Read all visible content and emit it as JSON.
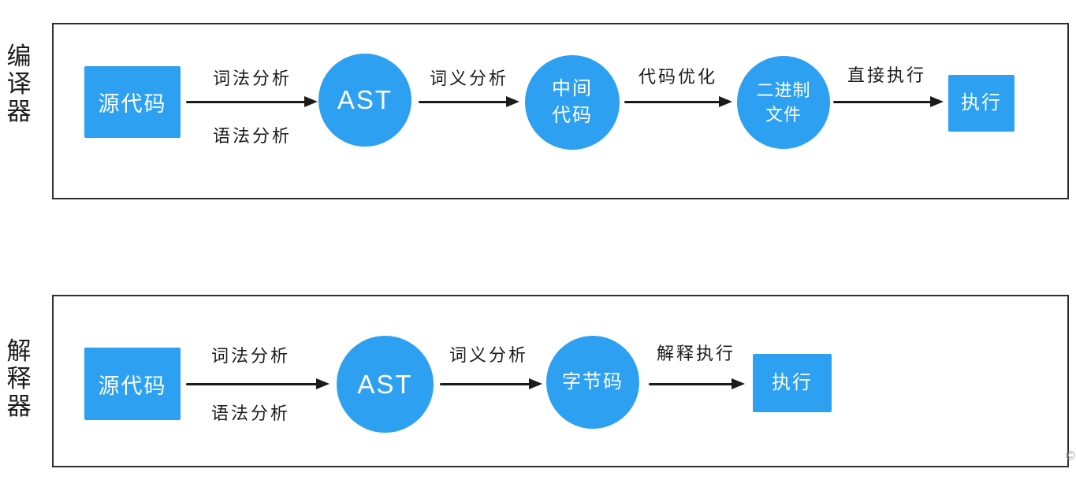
{
  "colors": {
    "node_blue": "#2da0f2",
    "arrow_black": "#1b1b1b",
    "frame_border": "#2f2f2f",
    "node_text": "#ffffff"
  },
  "watermark": "©",
  "compiler": {
    "side_label": "编译器",
    "nodes": {
      "source": "源代码",
      "ast": "AST",
      "intermediate_line1": "中间",
      "intermediate_line2": "代码",
      "binary_line1": "二进制",
      "binary_line2": "文件",
      "execute": "执行"
    },
    "edges": {
      "lexical": "词法分析",
      "syntax": "语法分析",
      "semantic": "词义分析",
      "optimize": "代码优化",
      "direct_exec": "直接执行"
    }
  },
  "interpreter": {
    "side_label": "解释器",
    "nodes": {
      "source": "源代码",
      "ast": "AST",
      "bytecode": "字节码",
      "execute": "执行"
    },
    "edges": {
      "lexical": "词法分析",
      "syntax": "语法分析",
      "semantic": "词义分析",
      "interpret_exec": "解释执行"
    }
  }
}
